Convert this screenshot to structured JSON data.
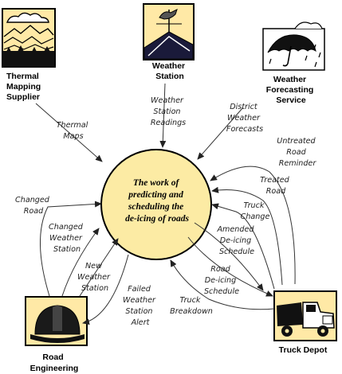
{
  "center": {
    "lines": [
      "The work of",
      "predicting  and",
      "scheduling the",
      "de-icing of roads"
    ]
  },
  "actors": {
    "thermal_mapping": [
      "Thermal",
      "Mapping",
      "Supplier"
    ],
    "weather_station": [
      "Weather",
      "Station"
    ],
    "forecasting": [
      "Weather",
      "Forecasting",
      "Service"
    ],
    "truck_depot": [
      "Truck Depot"
    ],
    "road_engineering": [
      "Road",
      "Engineering"
    ]
  },
  "flows": {
    "thermal_maps": [
      "Thermal",
      "Maps"
    ],
    "station_readings": [
      "Weather",
      "Station",
      "Readings"
    ],
    "district_forecasts": [
      "District",
      "Weather",
      "Forecasts"
    ],
    "untreated_road": [
      "Untreated",
      "Road",
      "Reminder"
    ],
    "treated_road": [
      "Treated",
      "Road"
    ],
    "truck_change": [
      "Truck",
      "Change"
    ],
    "amended_schedule": [
      "Amended",
      "De-icing",
      "Schedule"
    ],
    "road_schedule": [
      "Road",
      "De-icing",
      "Schedule"
    ],
    "truck_breakdown": [
      "Truck",
      "Breakdown"
    ],
    "failed_alert": [
      "Failed",
      "Weather",
      "Station",
      "Alert"
    ],
    "new_station": [
      "New",
      "Weather",
      "Station"
    ],
    "changed_station": [
      "Changed",
      "Weather",
      "Station"
    ],
    "changed_road": [
      "Changed",
      "Road"
    ]
  },
  "colors": {
    "center_fill": "#FCEBA4",
    "icon_bg": "#FFE9A6",
    "outline": "#000000"
  }
}
